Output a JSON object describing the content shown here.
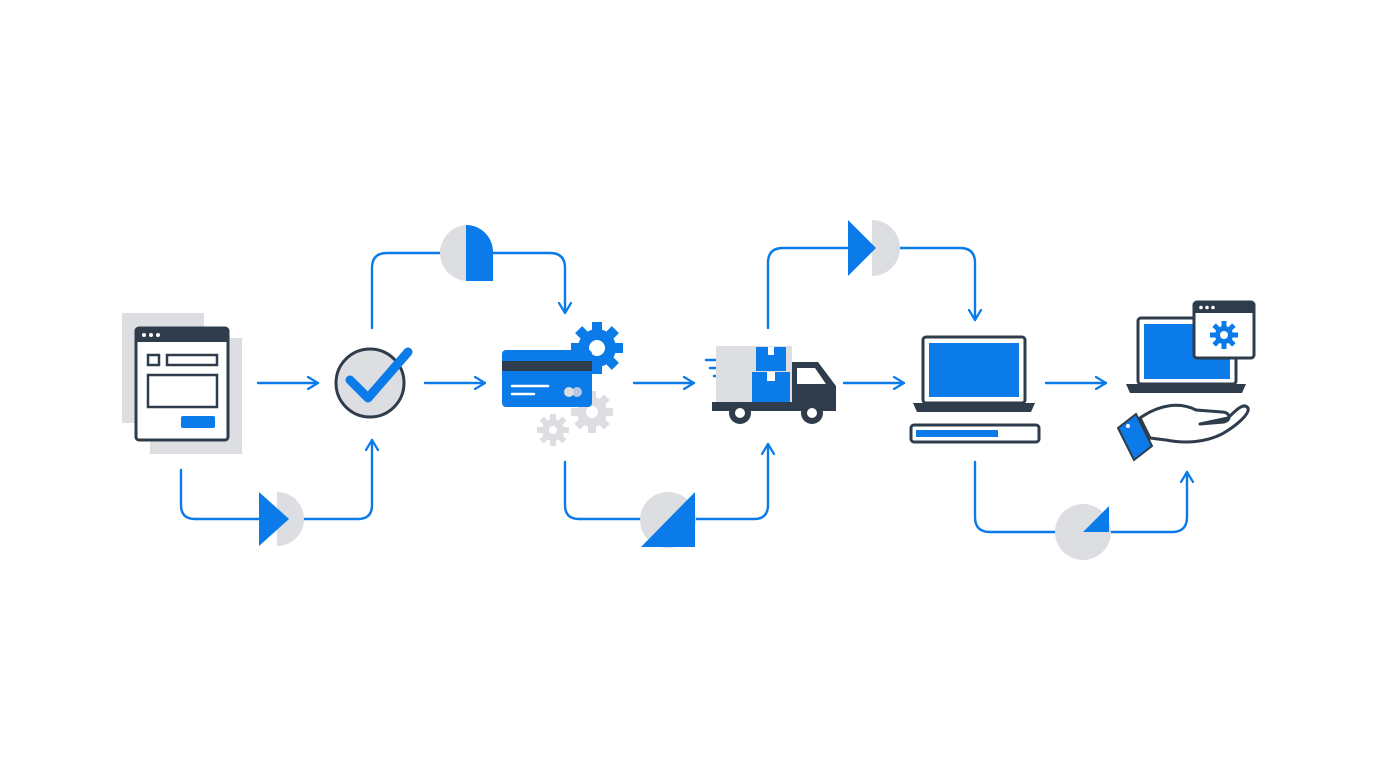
{
  "colors": {
    "accent": "#0A7BE8",
    "dark": "#2E3C4B",
    "light_gray": "#DCDEE1",
    "background": "#FFFFFF"
  },
  "steps": [
    {
      "id": "order-form",
      "icon": "web-form-icon"
    },
    {
      "id": "verification",
      "icon": "checkmark-circle-icon"
    },
    {
      "id": "payment-processing",
      "icon": "credit-card-gears-icon"
    },
    {
      "id": "shipping",
      "icon": "delivery-truck-icon"
    },
    {
      "id": "online-tracking",
      "icon": "laptop-progress-icon"
    },
    {
      "id": "delivered-service",
      "icon": "hand-laptop-settings-icon"
    }
  ],
  "connectors": [
    {
      "from": "order-form",
      "to": "verification",
      "route": "straight"
    },
    {
      "from": "order-form",
      "to": "verification",
      "route": "below"
    },
    {
      "from": "verification",
      "to": "payment-processing",
      "route": "straight"
    },
    {
      "from": "verification",
      "to": "payment-processing",
      "route": "above"
    },
    {
      "from": "payment-processing",
      "to": "shipping",
      "route": "straight"
    },
    {
      "from": "payment-processing",
      "to": "shipping",
      "route": "below"
    },
    {
      "from": "shipping",
      "to": "online-tracking",
      "route": "straight"
    },
    {
      "from": "shipping",
      "to": "online-tracking",
      "route": "above"
    },
    {
      "from": "online-tracking",
      "to": "delivered-service",
      "route": "straight"
    },
    {
      "from": "online-tracking",
      "to": "delivered-service",
      "route": "below"
    }
  ],
  "decorations": [
    {
      "shape": "triangle-half-circle",
      "on_route": "below-1"
    },
    {
      "shape": "half-circle-pair",
      "on_route": "above-2"
    },
    {
      "shape": "right-triangle-circle",
      "on_route": "below-3"
    },
    {
      "shape": "triangle-half-circle",
      "on_route": "above-4"
    },
    {
      "shape": "circle-quarter",
      "on_route": "below-5"
    }
  ]
}
